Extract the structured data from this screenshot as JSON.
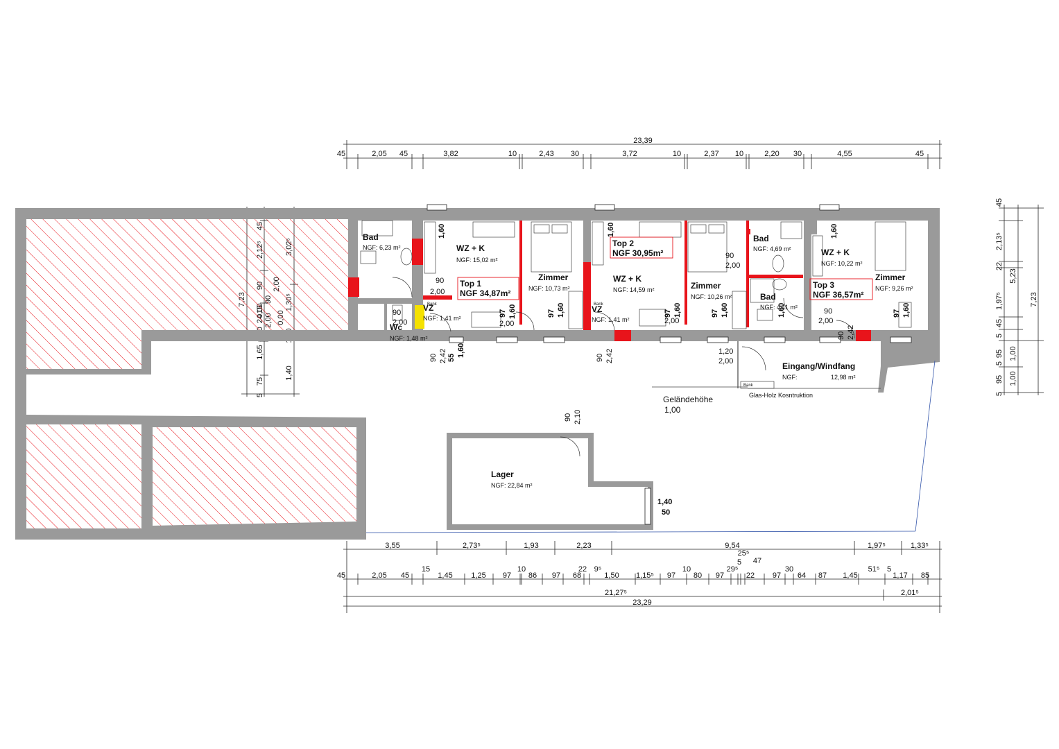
{
  "palette": {
    "wall": "#9a9a9a",
    "new_wall": "#e8141b",
    "hatch": "#e8141b",
    "door_mark": "#f5e100",
    "line": "#222222"
  },
  "dims": {
    "top_total": "23,39",
    "top_row": [
      "45",
      "2,05",
      "45",
      "3,82",
      "10",
      "2,43",
      "30",
      "3,72",
      "10",
      "2,37",
      "10",
      "2,20",
      "30",
      "4,55",
      "45"
    ],
    "bottom_row1": [
      "3,55",
      "2,73⁵",
      "1,93",
      "2,23",
      "9,54",
      "1,97⁵",
      "1,33⁵"
    ],
    "bottom_row2": [
      "45",
      "2,05",
      "45",
      "1,45",
      "1,25",
      "97",
      "86",
      "97",
      "68",
      "1,50",
      "1,15⁵",
      "97",
      "80",
      "97",
      "22",
      "97",
      "64",
      "87",
      "1,45",
      "1,17",
      "85"
    ],
    "bottom_extra": [
      "15",
      "10",
      "22",
      "9⁵",
      "10",
      "29⁵",
      "25⁵",
      "5",
      "47",
      "30",
      "51⁵",
      "5"
    ],
    "bottom_total1": "21,27⁵",
    "bottom_right1": "2,01⁵",
    "bottom_total2": "23,29",
    "right_col1": [
      "45",
      "2,13⁵",
      "22",
      "1,97⁵",
      "45",
      "5",
      "95",
      "5",
      "95",
      "5"
    ],
    "right_col2": [
      "5,23",
      "1,00",
      "1,00"
    ],
    "right_total": "7,23",
    "left_col1": [
      "7,23"
    ],
    "left_col2": [
      "0,00",
      "24",
      "15",
      "90",
      "2,12⁵",
      "45",
      "0,00",
      "1,65",
      "75",
      "5"
    ],
    "left_col3": [
      "2,00",
      "90",
      "2,00",
      "1,30⁵",
      "3,02⁵",
      "0,00",
      "1,50",
      "1,40"
    ]
  },
  "rooms": {
    "bad1": {
      "name": "Bad",
      "area": "NGF: 6,23 m²"
    },
    "wzk1": {
      "name": "WZ + K",
      "area": "NGF: 15,02 m²"
    },
    "zimmer1": {
      "name": "Zimmer",
      "area": "NGF: 10,73 m²"
    },
    "vz1": {
      "name": "VZ",
      "area": "NGF: 1,41 m²"
    },
    "wc": {
      "name": "Wc",
      "area": "NGF: 1,48 m²"
    },
    "wzk2": {
      "name": "WZ + K",
      "area": "NGF: 14,59 m²"
    },
    "vz2": {
      "name": "VZ",
      "area": "NGF: 1,41 m²"
    },
    "zimmer2": {
      "name": "Zimmer",
      "area": "NGF: 10,26 m²"
    },
    "bad2": {
      "name": "Bad",
      "area": "NGF: 4,69 m²"
    },
    "bad3": {
      "name": "Bad",
      "area": "NGF: 4,11 m²"
    },
    "wzk3": {
      "name": "WZ + K",
      "area": "NGF: 10,22 m²"
    },
    "zimmer3": {
      "name": "Zimmer",
      "area": "NGF: 9,26 m²"
    },
    "eingang": {
      "name": "Eingang/Windfang",
      "area_label": "NGF:",
      "area_value": "12,98 m²"
    },
    "lager": {
      "name": "Lager",
      "area": "NGF: 22,84 m²"
    }
  },
  "tops": {
    "top1": {
      "name": "Top 1",
      "ngf": "NGF 34,87m²"
    },
    "top2": {
      "name": "Top 2",
      "ngf": "NGF 30,95m²"
    },
    "top3": {
      "name": "Top 3",
      "ngf": "NGF 36,57m²"
    }
  },
  "openings": {
    "w160": "1,60",
    "w97": "97",
    "w90": "90",
    "h200": "2,00",
    "h242": "2,42",
    "w55": "55",
    "w120": "1,20",
    "h210": "2,10",
    "w140": "1,40",
    "w50": "50"
  },
  "labels": {
    "gelaende": "Geländehöhe",
    "gelaende_val": "1,00",
    "glas": "Glas-Holz Kosntruktion",
    "bank": "Bank"
  }
}
